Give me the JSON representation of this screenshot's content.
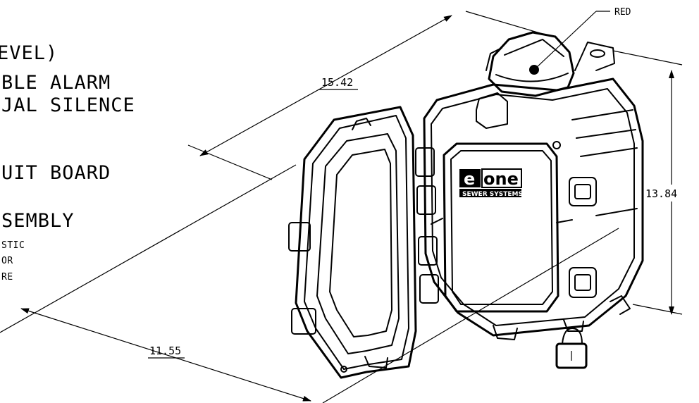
{
  "left_labels": {
    "line1": "EVEL)",
    "line2": "BLE  ALARM",
    "line3": "JAL  SILENCE",
    "line4": "UIT  BOARD",
    "line5": "SEMBLY",
    "line6": "STIC",
    "line7": "OR",
    "line8": "RE"
  },
  "callouts": {
    "red_label": "RED"
  },
  "dimensions": {
    "diagonal_length": "15.42",
    "width": "11.55",
    "height": "13.84"
  },
  "logo": {
    "brand_left": "e",
    "brand_right": "one",
    "subtitle": "SEWER SYSTEMS"
  },
  "colors": {
    "line": "#000000",
    "background": "#ffffff"
  }
}
